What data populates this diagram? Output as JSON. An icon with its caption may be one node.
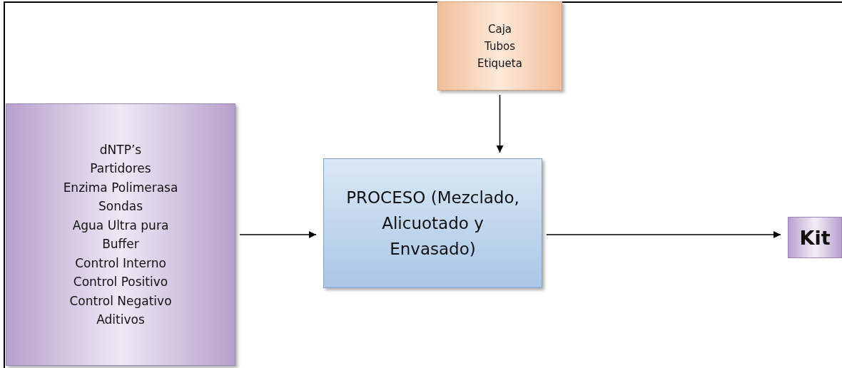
{
  "diagram": {
    "nodes": [
      {
        "text": [
          "dNTP’s",
          "Partidores",
          "Enzima Polimerasa",
          "Sondas",
          "Agua Ultra pura",
          "Buffer",
          "Control Interno",
          "Control Positivo",
          "Control Negativo",
          "Aditivos"
        ]
      },
      {
        "text": [
          "Caja",
          "Tubos",
          "Etiqueta"
        ]
      },
      {
        "text": [
          "PROCESO (Mezclado, Alicuotado y Envasado)"
        ]
      },
      {
        "text": [
          "Kit"
        ]
      }
    ],
    "edges": [
      {
        "from": 0,
        "to": 2,
        "arrow": "to"
      },
      {
        "from": 1,
        "to": 2,
        "arrow": "to"
      },
      {
        "from": 2,
        "to": 3,
        "arrow": "to"
      }
    ]
  }
}
